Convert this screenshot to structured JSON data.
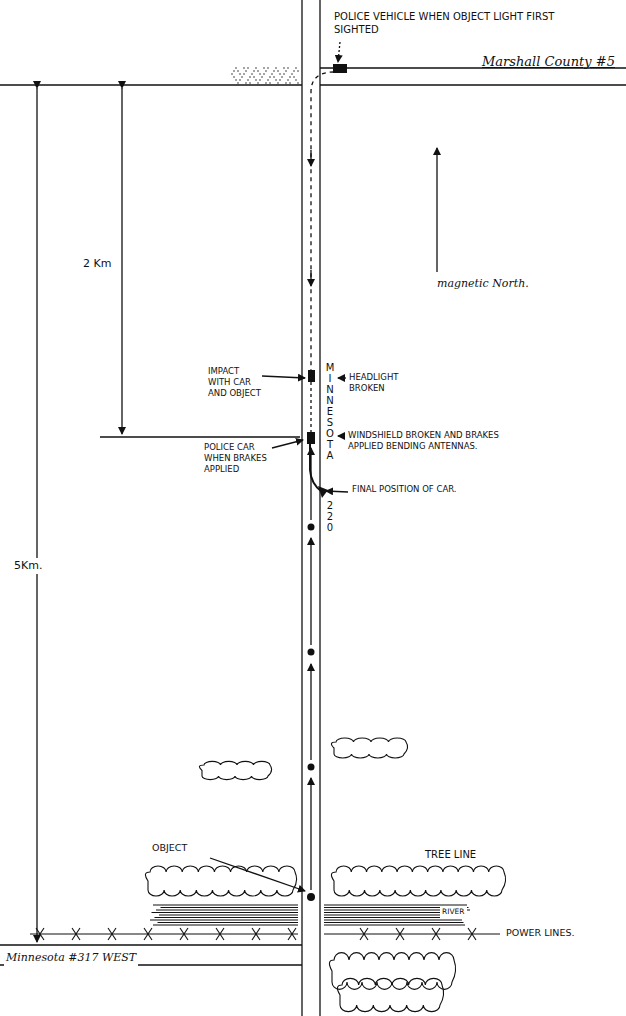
{
  "diagram": {
    "labels": [
      "POLICE VEHICLE WHEN OBJECT LIGHT FIRST SIGHTED",
      "Marshall County #5",
      "magnetic North.",
      "2 Km",
      "IMPACT WITH CAR AND OBJECT",
      "MINNESOTA",
      "HEADLIGHT BROKEN",
      "WINDSHIELD BROKEN AND BRAKES APPLIED BENDING ANTENNAS.",
      "POLICE CAR WHEN BRAKES APPLIED",
      "FINAL POSITION OF CAR.",
      "220",
      "5Km.",
      "OBJECT",
      "TREE LINE",
      "RIVER",
      "POWER LINES.",
      "Minnesota #317 WEST"
    ]
  }
}
